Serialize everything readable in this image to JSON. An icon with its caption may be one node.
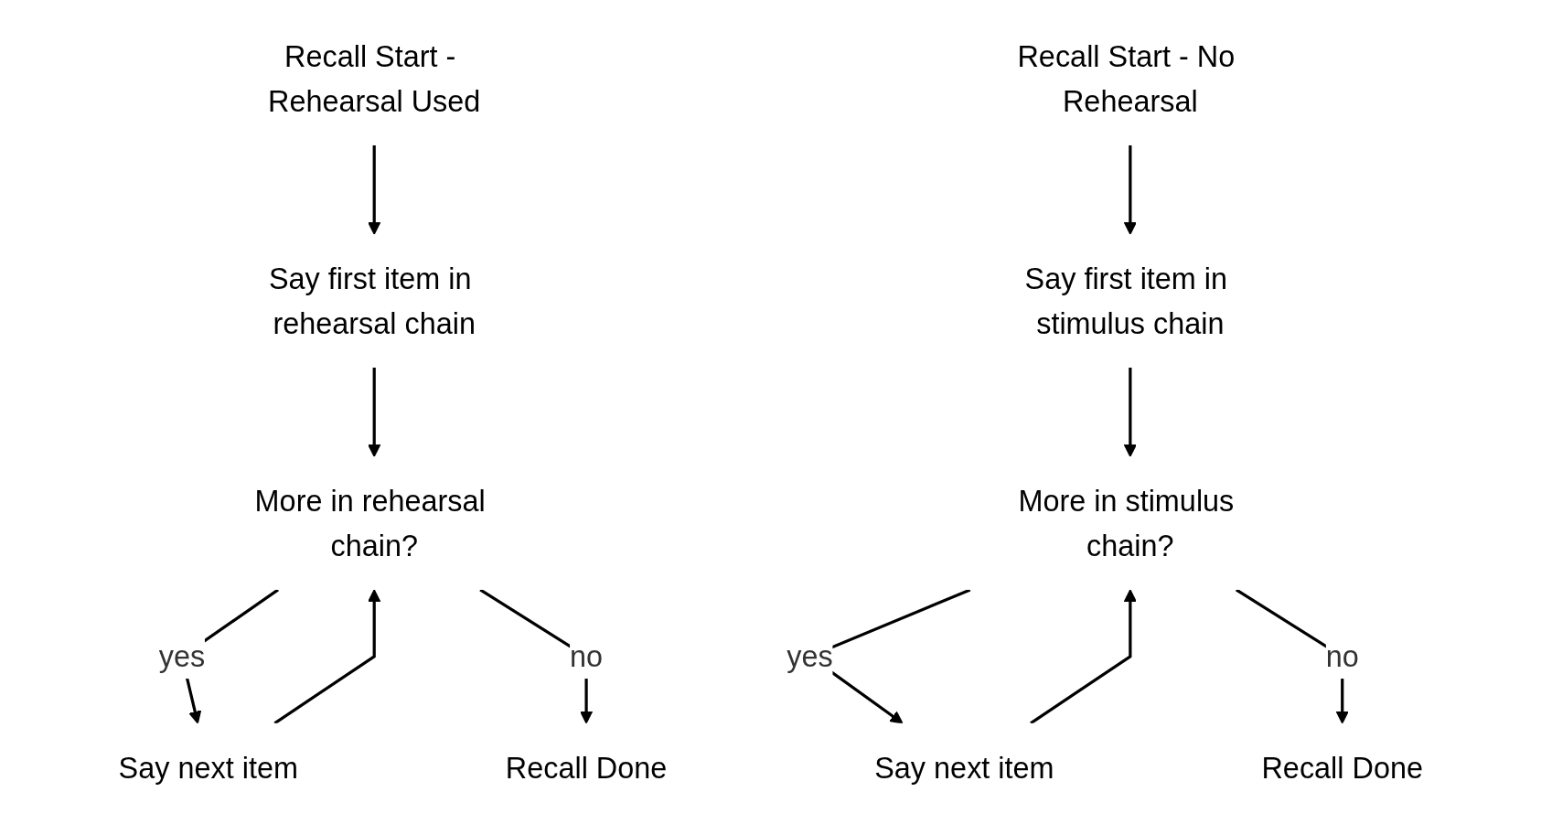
{
  "diagram": {
    "nodes": [
      {
        "text": [
          "Recall Start - Rehearsal Used"
        ]
      },
      {
        "text": [
          "Say first item in rehearsal chain"
        ]
      },
      {
        "text": [
          "More in rehearsal chain?"
        ]
      },
      {
        "text": [
          "Say next item"
        ]
      },
      {
        "text": [
          "Recall Done"
        ]
      },
      {
        "text": [
          "Recall Start - No Rehearsal"
        ]
      },
      {
        "text": [
          "Say first item in stimulus chain"
        ]
      },
      {
        "text": [
          "More in stimulus chain?"
        ]
      },
      {
        "text": [
          "Say next item"
        ]
      },
      {
        "text": [
          "Recall Done"
        ]
      }
    ],
    "edges": [
      {
        "from": 0,
        "to": 1,
        "arrow": "to"
      },
      {
        "from": 1,
        "to": 2,
        "arrow": "to"
      },
      {
        "from": 2,
        "to": 3,
        "label": "yes",
        "arrow": "to"
      },
      {
        "from": 3,
        "to": 2,
        "arrow": "to"
      },
      {
        "from": 2,
        "to": 4,
        "label": "no",
        "arrow": "to"
      },
      {
        "from": 5,
        "to": 6,
        "arrow": "to"
      },
      {
        "from": 6,
        "to": 7,
        "arrow": "to"
      },
      {
        "from": 7,
        "to": 8,
        "label": "yes",
        "arrow": "to"
      },
      {
        "from": 8,
        "to": 7,
        "arrow": "to"
      },
      {
        "from": 7,
        "to": 9,
        "label": "no",
        "arrow": "to"
      }
    ]
  }
}
